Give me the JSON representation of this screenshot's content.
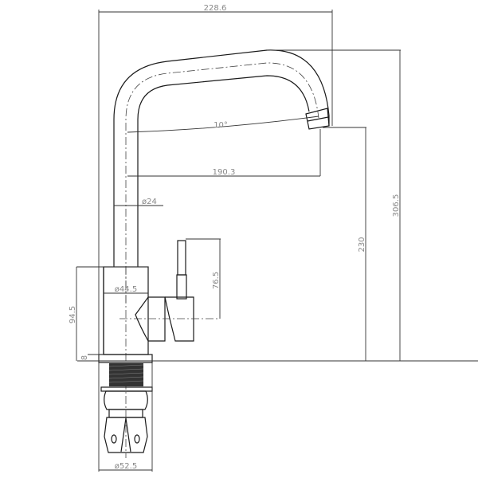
{
  "drawing": {
    "subject": "faucet",
    "dimensions": {
      "total_width": "228.6",
      "spout_angle": "10°",
      "spout_reach": "190.3",
      "tube_diameter": "ø24",
      "total_height": "306.5",
      "spout_outlet_height": "230",
      "handle_height": "76.5",
      "body_diameter": "ø44.5",
      "body_height": "94.5",
      "base_thickness": "8",
      "base_diameter": "ø52.5"
    },
    "line_color": "#1a1a1a",
    "label_color": "#888888"
  }
}
